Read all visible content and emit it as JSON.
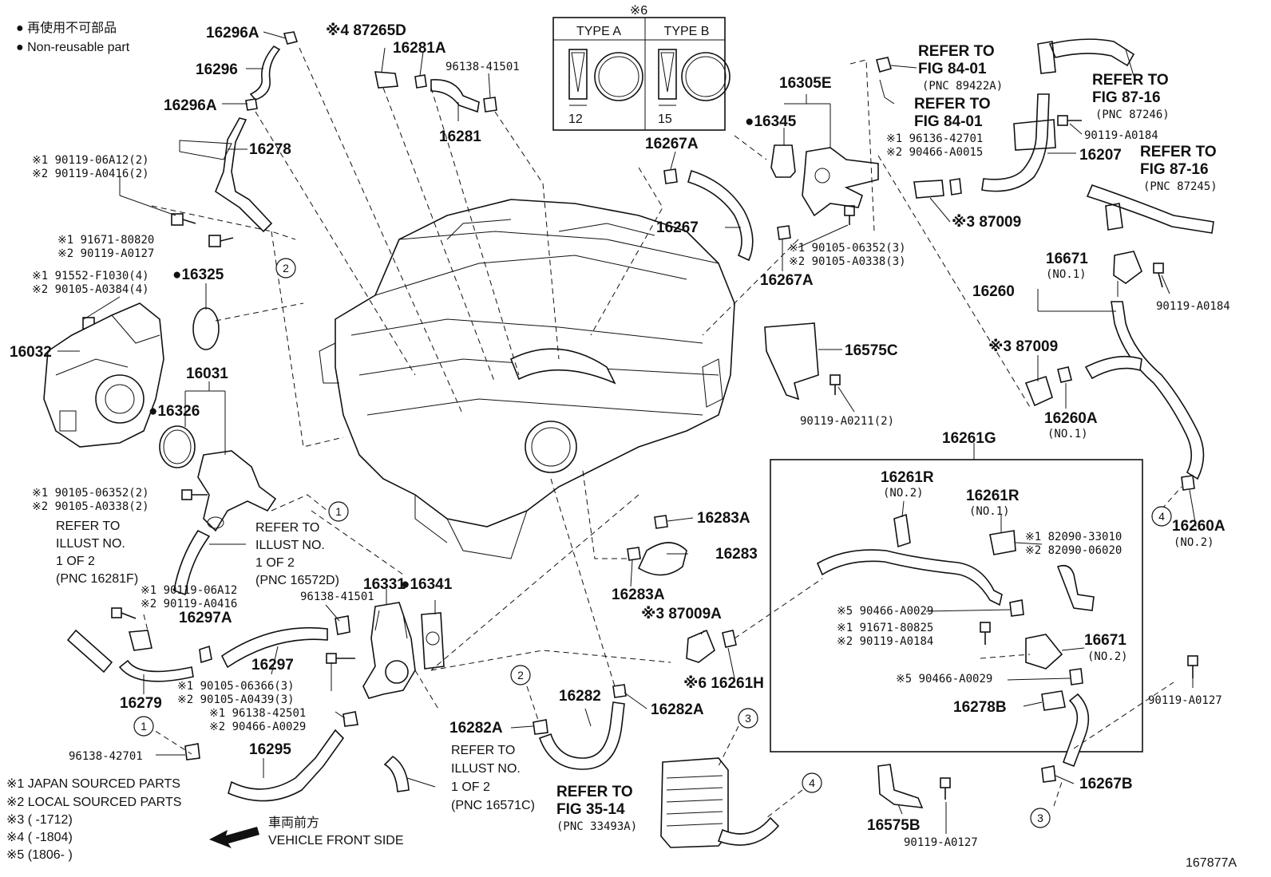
{
  "legend": {
    "jp": "● 再使用不可部品",
    "en": "● Non-reusable part"
  },
  "type_box": {
    "header": "※6",
    "type_a": "TYPE A",
    "type_b": "TYPE B",
    "dim_a": "12",
    "dim_b": "15"
  },
  "labels": {
    "p16296A_top": "16296A",
    "p16296": "16296",
    "p16296A_bot": "16296A",
    "p16278": "16278",
    "n90119_06A12": "※1 90119-06A12(2)",
    "n90119_A0416": "※2 90119-A0416(2)",
    "n91671_80820": "※1 91671-80820",
    "n90119_A0127a": "※2 90119-A0127",
    "n91552": "※1 91552-F1030(4)",
    "n90105_A0384": "※2 90105-A0384(4)",
    "p16325": "●16325",
    "p16032": "16032",
    "p16031": "16031",
    "p16326": "●16326",
    "n90105_06352a": "※1 90105-06352(2)",
    "n90105_A0338a": "※2 90105-A0338(2)",
    "refer_16281F": [
      "REFER TO",
      "ILLUST NO.",
      "1 OF 2",
      "(PNC 16281F)"
    ],
    "refer_16572D": [
      "REFER TO",
      "ILLUST NO.",
      "1 OF 2",
      "(PNC 16572D)"
    ],
    "n90119_06A12b": "※1 90119-06A12",
    "n90119_A0416b": "※2 90119-A0416",
    "p16297A": "16297A",
    "p16297": "16297",
    "p16279": "16279",
    "n96138_42701a": "96138-42701",
    "p16295": "16295",
    "n90105_06366": "※1 90105-06366(3)",
    "n90105_A0439": "※2 90105-A0439(3)",
    "n96138_42501": "※1 96138-42501",
    "n90466_A0029a": "※2 90466-A0029",
    "n96138_41501b": "96138-41501",
    "p16331": "16331",
    "p16341": "●16341",
    "refer_16571C": [
      "REFER TO",
      "ILLUST NO.",
      "1 OF 2",
      "(PNC 16571C)"
    ],
    "p16282A_l": "16282A",
    "p16282": "16282",
    "p16282A_r": "16282A",
    "refer_33493A": [
      "REFER TO",
      "FIG 35-14",
      "(PNC 33493A)"
    ],
    "n87265D": "※4 87265D",
    "p16281A": "16281A",
    "n96138_41501a": "96138-41501",
    "p16281": "16281",
    "p16283A_t": "16283A",
    "p16283": "16283",
    "p16283A_b": "16283A",
    "n87009A": "※3 87009A",
    "n16261H": "※6 16261H",
    "p16267A_t": "16267A",
    "p16267": "16267",
    "p16267A_b": "16267A",
    "p16345": "●16345",
    "p16305E": "16305E",
    "refer_89422A": [
      "REFER TO",
      "FIG 84-01",
      "(PNC 89422A)"
    ],
    "refer_8401b": [
      "REFER TO",
      "FIG 84-01"
    ],
    "n96136_42701": "※1 96136-42701",
    "n90466_A0015": "※2 90466-A0015",
    "n87009a": "※3 87009",
    "n90105_06352b": "※1 90105-06352(3)",
    "n90105_A0338b": "※2 90105-A0338(3)",
    "refer_87246": [
      "REFER TO",
      "FIG 87-16",
      "(PNC 87246)"
    ],
    "n90119_A0184a": "90119-A0184",
    "p16207": "16207",
    "refer_87245": [
      "REFER TO",
      "FIG 87-16",
      "(PNC 87245)"
    ],
    "p16671_1": "16671",
    "p16671_1sub": "(NO.1)",
    "p16260": "16260",
    "n90119_A0184b": "90119-A0184",
    "p16575C": "16575C",
    "n90119_A0211": "90119-A0211(2)",
    "n87009b": "※3 87009",
    "p16260A_1": "16260A",
    "p16260A_1sub": "(NO.1)",
    "p16261G": "16261G",
    "p16261R_2": "16261R",
    "p16261R_2sub": "(NO.2)",
    "p16261R_1": "16261R",
    "p16261R_1sub": "(NO.1)",
    "n82090_33010": "※1 82090-33010",
    "n82090_06020": "※2 82090-06020",
    "n90466_A0029b": "※5 90466-A0029",
    "n91671_80825": "※1 91671-80825",
    "n90119_A0184c": "※2 90119-A0184",
    "p16671_2": "16671",
    "p16671_2sub": "(NO.2)",
    "n90466_A0029c": "※5 90466-A0029",
    "p16278B": "16278B",
    "p16260A_2": "16260A",
    "p16260A_2sub": "(NO.2)",
    "n90119_A0127b": "90119-A0127",
    "p16267B": "16267B",
    "p16575B": "16575B",
    "n90119_A0127c": "90119-A0127"
  },
  "circle_refs": [
    "1",
    "2",
    "3",
    "4"
  ],
  "footnotes": [
    "※1 JAPAN SOURCED PARTS",
    "※2 LOCAL SOURCED PARTS",
    "※3 (      -1712)",
    "※4 (      -1804)",
    "※5 (1806-      )"
  ],
  "front": {
    "jp": "車両前方",
    "en": "VEHICLE FRONT SIDE"
  },
  "figure_id": "167877A"
}
